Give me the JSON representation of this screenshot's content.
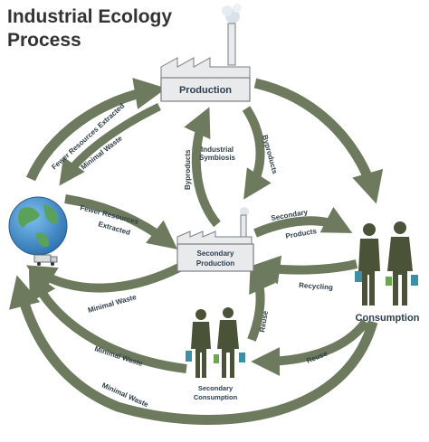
{
  "title": {
    "line1": "Industrial Ecology",
    "line2": "Process"
  },
  "nodes": {
    "production": "Production",
    "secondary_production": {
      "line1": "Secondary",
      "line2": "Production"
    },
    "consumption": "Consumption",
    "secondary_consumption": {
      "line1": "Secondary",
      "line2": "Consumption"
    },
    "industrial_symbiosis": {
      "line1": "Industrial",
      "line2": "Symbiosis"
    }
  },
  "labels": {
    "fewer_resources_extracted_top": "Fewer Resources Extracted",
    "minimal_waste_top": "Minimal Waste",
    "byproducts_left": "Byproducts",
    "byproducts_right": "Byproducts",
    "fewer_resources_line1": "Fewer Resources",
    "fewer_resources_line2": "Extracted",
    "secondary_products_line1": "Secondary",
    "secondary_products_line2": "Products",
    "recycling": "Recycling",
    "minimal_waste_mid": "Minimal Waste",
    "reuse_vertical": "Reuse",
    "reuse_low": "Reuse",
    "minimal_waste_low": "Minimal Waste",
    "minimal_waste_bottom": "Minimal Waste"
  },
  "colors": {
    "arrow": "#6d7a5d",
    "arrow_dark": "#4f5a41",
    "box_fill": "#e8eaec",
    "box_stroke": "#7a7f85",
    "people": "#4a5237",
    "bag_blue": "#3e8fa6",
    "bag_green": "#6aa84f",
    "globe_ocean": "#3b8fd0",
    "globe_land": "#5aa25c"
  }
}
